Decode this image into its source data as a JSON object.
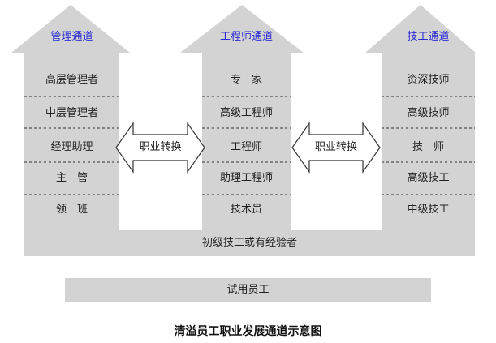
{
  "columns": [
    {
      "title": "管理通道",
      "items": [
        "高层管理者",
        "中层管理者",
        "经理助理",
        "主　管",
        "领　班"
      ]
    },
    {
      "title": "工程师通道",
      "items": [
        "专　家",
        "高级工程师",
        "工程师",
        "助理工程师",
        "技术员"
      ]
    },
    {
      "title": "技工通道",
      "items": [
        "资深技师",
        "高级技师",
        "技　师",
        "高级技工",
        "中级技工"
      ]
    }
  ],
  "transfers": [
    "职业转换",
    "职业转换"
  ],
  "base_band": "初级技工或有经验者",
  "trial_band": "试用员工",
  "caption": "清溢员工职业发展通道示意图",
  "colors": {
    "shape_fill": "#d3d3d3",
    "title_text": "#2b2bd6",
    "arrow_fill": "#ffffff",
    "arrow_stroke": "#333333",
    "divider": "#333333"
  }
}
